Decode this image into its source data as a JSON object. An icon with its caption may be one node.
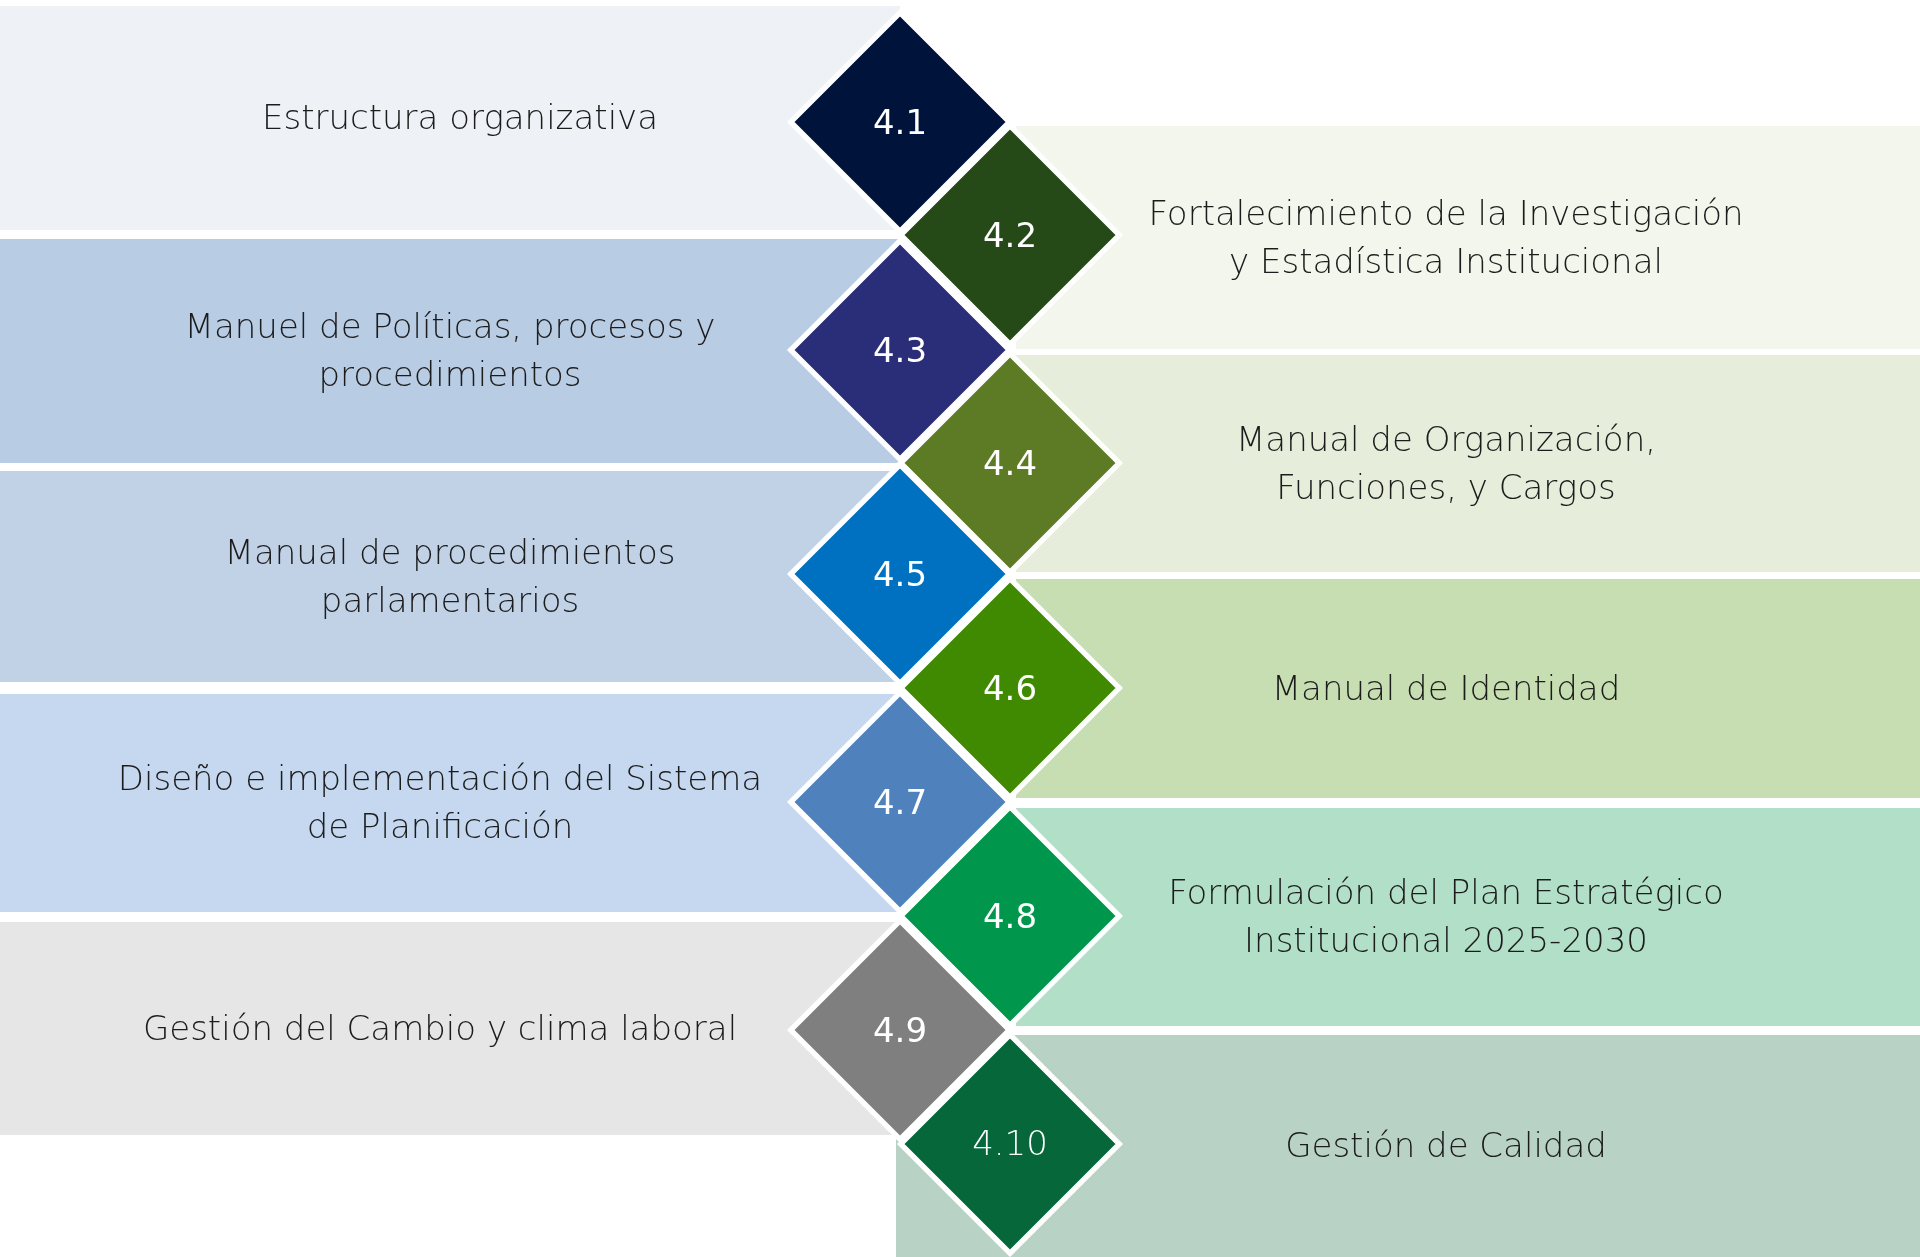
{
  "diagram": {
    "nodes": [
      {
        "text": [
          "Estructura organizativa"
        ]
      },
      {
        "text": [
          "4.1"
        ]
      },
      {
        "text": [
          "Fortalecimiento de la Investigación y Estadística Institucional"
        ]
      },
      {
        "text": [
          "4.2"
        ]
      },
      {
        "text": [
          "Manuel de Políticas, procesos y procedimientos"
        ]
      },
      {
        "text": [
          "4.3"
        ]
      },
      {
        "text": [
          "Manual de Organización, Funciones, y Cargos"
        ]
      },
      {
        "text": [
          "4.4"
        ]
      },
      {
        "text": [
          "Manual de procedimientos parlamentarios"
        ]
      },
      {
        "text": [
          "4.5"
        ]
      },
      {
        "text": [
          "Manual de Identidad"
        ]
      },
      {
        "text": [
          "4.6"
        ]
      },
      {
        "text": [
          "Diseño e implementación del Sistema de Planificación"
        ]
      },
      {
        "text": [
          "4.7"
        ]
      },
      {
        "text": [
          "Formulación del Plan Estratégico Institucional 2025-2030"
        ]
      },
      {
        "text": [
          "4.8"
        ]
      },
      {
        "text": [
          "Gestión del Cambio y clima laboral"
        ]
      },
      {
        "text": [
          "4.9"
        ]
      },
      {
        "text": [
          "Gestión de Calidad"
        ]
      },
      {
        "text": [
          "4.10"
        ],
        "in": 18
      }
    ]
  }
}
